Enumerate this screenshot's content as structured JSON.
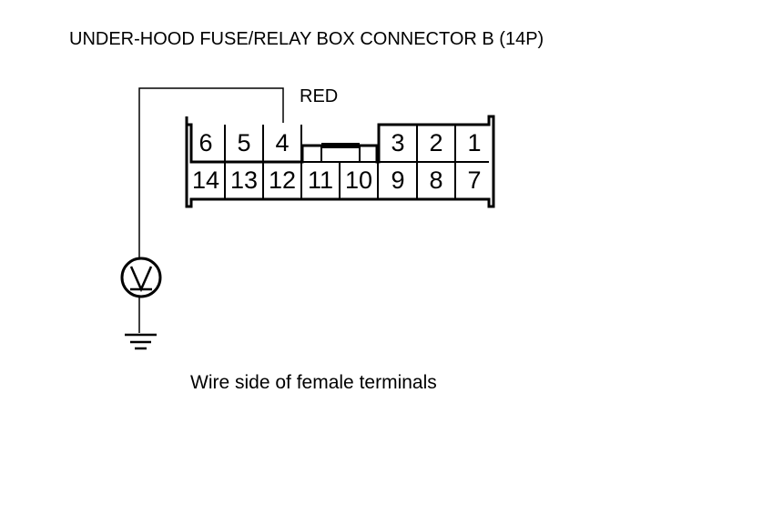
{
  "title": "UNDER-HOOD FUSE/RELAY BOX CONNECTOR B (14P)",
  "wire_color": "RED",
  "caption": "Wire side of female terminals",
  "meter_symbol": "V",
  "connector": {
    "top_left_pins": [
      "6",
      "5",
      "4"
    ],
    "top_right_pins": [
      "3",
      "2",
      "1"
    ],
    "bottom_pins": [
      "14",
      "13",
      "12",
      "11",
      "10",
      "9",
      "8",
      "7"
    ]
  },
  "icons": [
    "voltmeter-icon",
    "ground-icon"
  ]
}
